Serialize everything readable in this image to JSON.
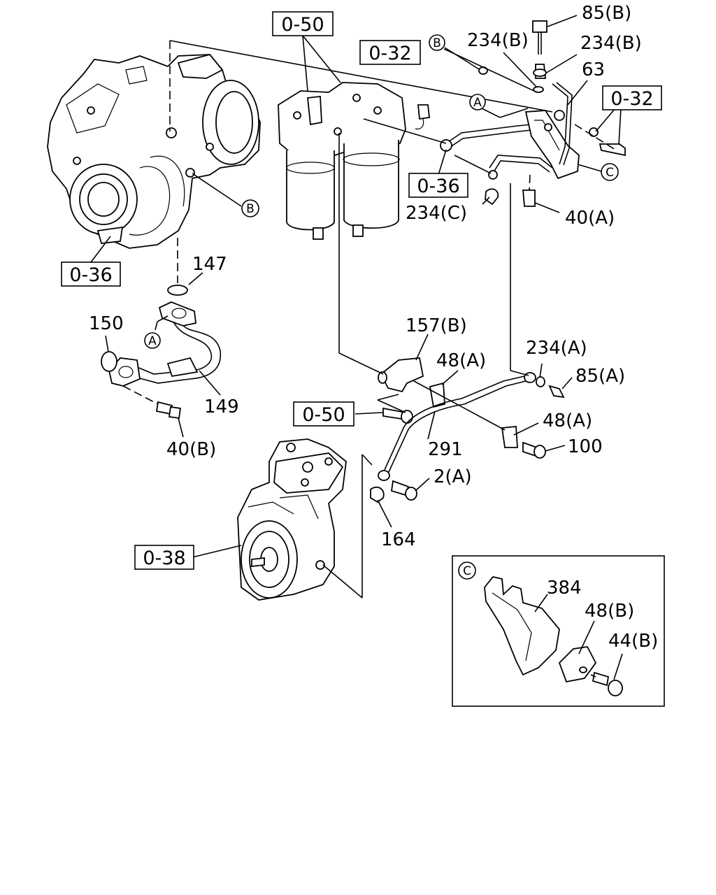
{
  "refs": {
    "r050_top": "0-50",
    "r032_left": "0-32",
    "r032_right": "0-32",
    "r036_mid": "0-36",
    "r036_left": "0-36",
    "r050_mid": "0-50",
    "r038": "0-38"
  },
  "parts": {
    "p85b": "85(B)",
    "p234b_a": "234(B)",
    "p234b_b": "234(B)",
    "p63": "63",
    "p234c": "234(C)",
    "p40a": "40(A)",
    "p147": "147",
    "p150": "150",
    "p149": "149",
    "p40b": "40(B)",
    "p157b": "157(B)",
    "p48a_top": "48(A)",
    "p234a": "234(A)",
    "p85a": "85(A)",
    "p48a_mid": "48(A)",
    "p100": "100",
    "p291": "291",
    "p2a": "2(A)",
    "p164": "164",
    "p384": "384",
    "p48b": "48(B)",
    "p44b": "44(B)"
  },
  "circles": {
    "b_top": "B",
    "b_turbo": "B",
    "a_top": "A",
    "a_pipe": "A",
    "c_bracket": "C",
    "c_inset": "C"
  },
  "colors": {
    "ink": "#000000",
    "paper": "#ffffff"
  }
}
